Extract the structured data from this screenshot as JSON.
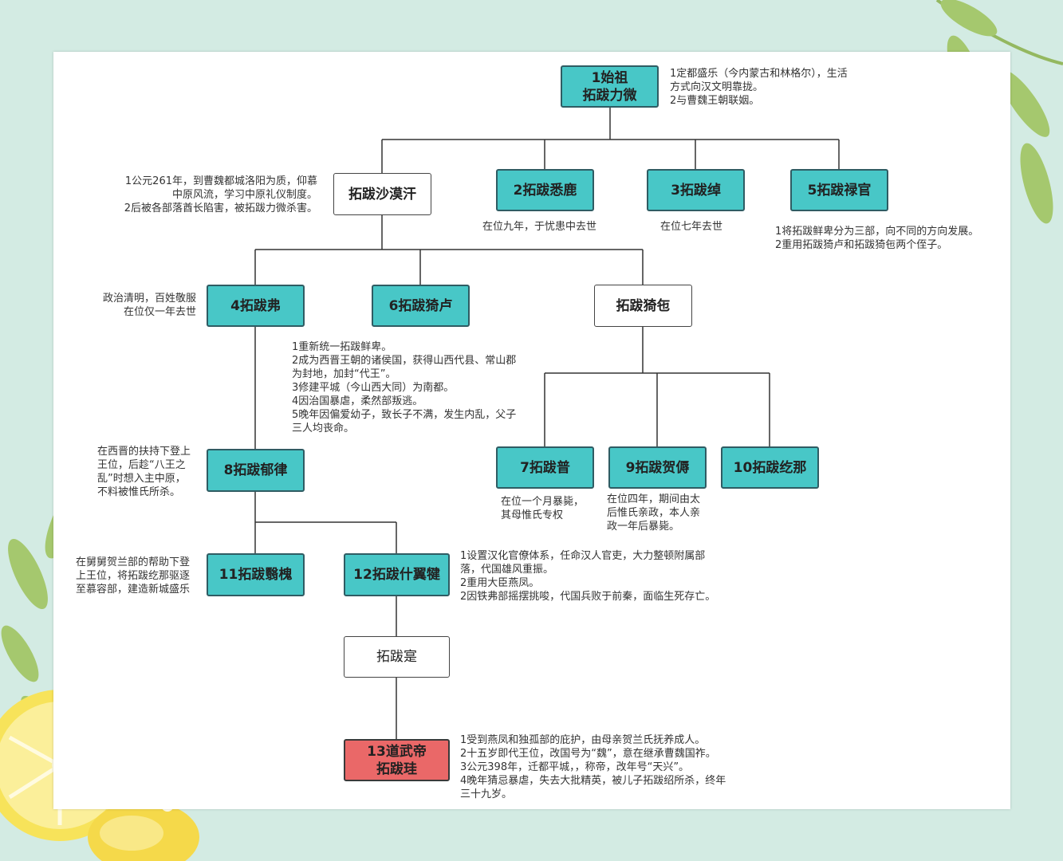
{
  "nodes": {
    "n1": "1始祖\n拓跋力微",
    "shamohan": "拓跋沙漠汗",
    "n2": "2拓跋悉鹿",
    "n3": "3拓跋绰",
    "n5": "5拓跋禄官",
    "n4": "4拓跋弗",
    "n6": "6拓跋猗卢",
    "yiyi": "拓跋猗㐌",
    "n8": "8拓跋郁律",
    "n7": "7拓跋普",
    "n9": "9拓跋贺傉",
    "n10": "10拓跋纥那",
    "n11": "11拓跋翳槐",
    "n12": "12拓跋什翼犍",
    "shi": "拓跋寔",
    "n13": "13道武帝\n拓跋珪"
  },
  "notes": {
    "n1": "1定都盛乐（今内蒙古和林格尔），生活\n方式向汉文明靠拢。\n2与曹魏王朝联姻。",
    "shamohan": "1公元261年，到曹魏都城洛阳为质，仰慕\n中原风流，学习中原礼仪制度。\n2后被各部落酋长陷害，被拓跋力微杀害。",
    "n2": "在位九年，于忧患中去世",
    "n3": "在位七年去世",
    "n5": "1将拓跋鲜卑分为三部，向不同的方向发展。\n2重用拓跋猗卢和拓跋猗㐌两个侄子。",
    "n4": "政治清明，百姓敬服\n在位仅一年去世",
    "n6": "1重新统一拓跋鲜卑。\n2成为西晋王朝的诸侯国，获得山西代县、常山郡\n为封地，加封“代王”。\n3修建平城（今山西大同）为南都。\n4因治国暴虐，柔然部叛逃。\n5晚年因偏爱幼子，致长子不满，发生内乱，父子\n三人均丧命。",
    "n8": "在西晋的扶持下登上\n王位，后趁“八王之\n乱”时想入主中原，\n不料被惟氏所杀。",
    "n7": "在位一个月暴毙，\n其母惟氏专权",
    "n9": "在位四年，期间由太\n后惟氏亲政，本人亲\n政一年后暴毙。",
    "n11": "在舅舅贺兰部的帮助下登\n上王位，将拓跋纥那驱逐\n至慕容部，建造新城盛乐",
    "n12": "1设置汉化官僚体系，任命汉人官吏，大力整顿附属部\n落，代国雄风重振。\n2重用大臣燕凤。\n2因铁弗部摇摆挑唆，代国兵败于前秦，面临生死存亡。",
    "n13": "1受到燕凤和独孤部的庇护，由母亲贺兰氏抚养成人。\n2十五岁即代王位，改国号为“魏”，意在继承曹魏国祚。\n3公元398年，迁都平城，，称帝，改年号“天兴”。\n4晚年猜忌暴虐，失去大批精英，被儿子拓跋绍所杀，终年\n三十九岁。"
  },
  "colors": {
    "background": "#d3ebe3",
    "reigning_box": "#48c7c7",
    "founder_emperor_box": "#ea6868",
    "non_reigning_box": "#ffffff",
    "leaf": "#9ec25a",
    "lemon": "#f7e35a"
  }
}
